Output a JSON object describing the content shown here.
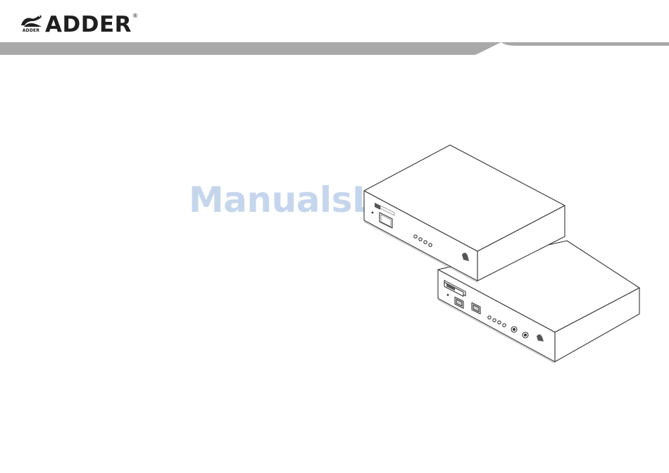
{
  "brand": {
    "name": "ADDER",
    "registered_mark": "®",
    "emblem_caption": "ADDER",
    "emblem_icon": "adder-serpent-icon"
  },
  "watermark": {
    "text": "ManualsLib.com"
  },
  "illustration": {
    "units": [
      {
        "name": "receiver-unit-top"
      },
      {
        "name": "transmitter-unit-bottom"
      }
    ]
  },
  "colors": {
    "header_band": "#a9a9a9",
    "logo_text": "#1f1f1f",
    "watermark": "#96b4dc",
    "device_outline": "#333333"
  }
}
